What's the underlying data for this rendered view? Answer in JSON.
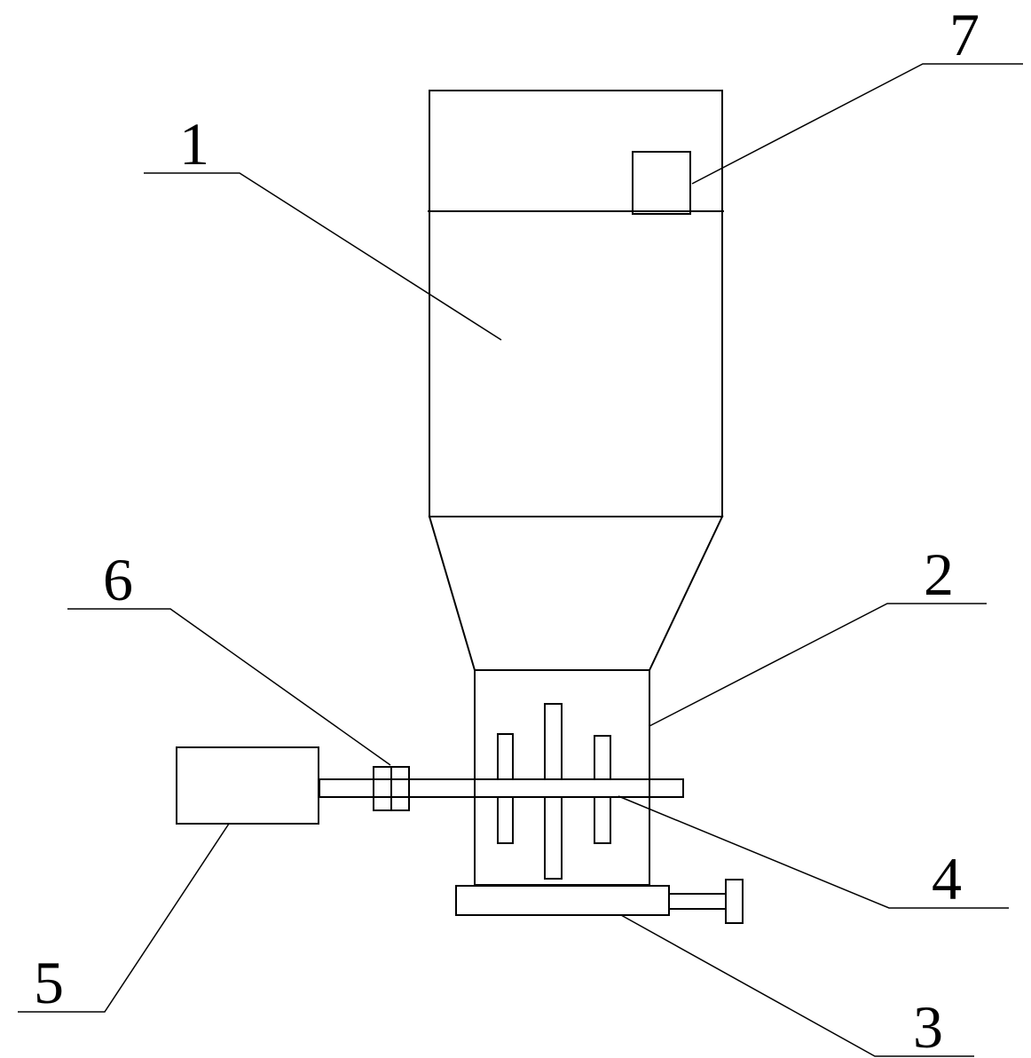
{
  "diagram": {
    "labels": {
      "hopper": "1",
      "mixing_chamber": "2",
      "discharge_gate": "3",
      "stirring_shaft": "4",
      "motor": "5",
      "coupling": "6",
      "level_sensor": "7"
    },
    "colors": {
      "line": "#000000",
      "background": "#ffffff"
    }
  }
}
